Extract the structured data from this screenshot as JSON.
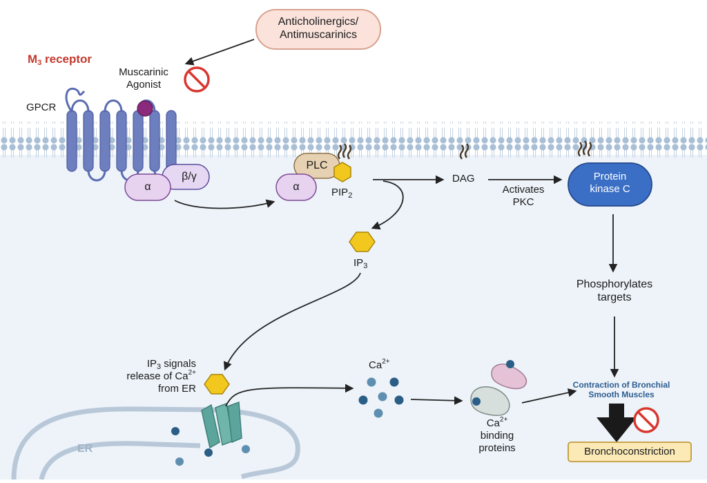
{
  "labels": {
    "drug_line1": "Anticholinergics/",
    "drug_line2": "Antimuscarinics",
    "receptor_main": "M",
    "receptor_sub": "3",
    "receptor_rest": " receptor",
    "agonist_line1": "Muscarinic",
    "agonist_line2": "Agonist",
    "gpcr": "GPCR",
    "alpha": "α",
    "beta_gamma": "β/γ",
    "plc": "PLC",
    "alpha2": "α",
    "pip_main": "PIP",
    "pip_sub": "2",
    "dag": "DAG",
    "activates_line1": "Activates",
    "activates_line2": "PKC",
    "pkc_line1": "Protein",
    "pkc_line2": "kinase C",
    "ip3_main": "IP",
    "ip3_sub": "3",
    "phos_line1": "Phosphorylates",
    "phos_line2": "targets",
    "signal_ip": "IP",
    "signal_sub": "3",
    "signal_rest": " signals",
    "signal_line2_a": "release of Ca",
    "signal_line2_sup": "2+",
    "signal_line3": "from ER",
    "ca_main": "Ca",
    "ca_sup": "2+",
    "contraction_line1": "Contraction of Bronchial",
    "contraction_line2": "Smooth Muscles",
    "cabp_main": "Ca",
    "cabp_sup": "2+",
    "cabp_line2": "binding",
    "cabp_line3": "proteins",
    "er": "ER",
    "bronchoconstriction": "Bronchoconstriction"
  },
  "colors": {
    "membrane_head": "#a9bfd6",
    "cell_fill": "#edf3f9",
    "gpcr": "#6e7fc0",
    "alpha_fill": "#e7d2ef",
    "plc_fill": "#e6d2b2",
    "hexagon": "#f2c81e",
    "pkc": "#3b6fc6",
    "inhibit": "#d8372f",
    "receptor_red": "#c23a2f",
    "contraction_blue": "#2c5c8f",
    "calcium": "#2a5e86",
    "er": "#9fb3c8",
    "channel": "#5ba59c",
    "bronchoconstriction_fill": "#fbe9b6"
  },
  "icons": [
    "inhibit-icon",
    "arrow-icon",
    "hexagon-icon",
    "lipid-tail-icon",
    "calcium-ion-icon"
  ]
}
